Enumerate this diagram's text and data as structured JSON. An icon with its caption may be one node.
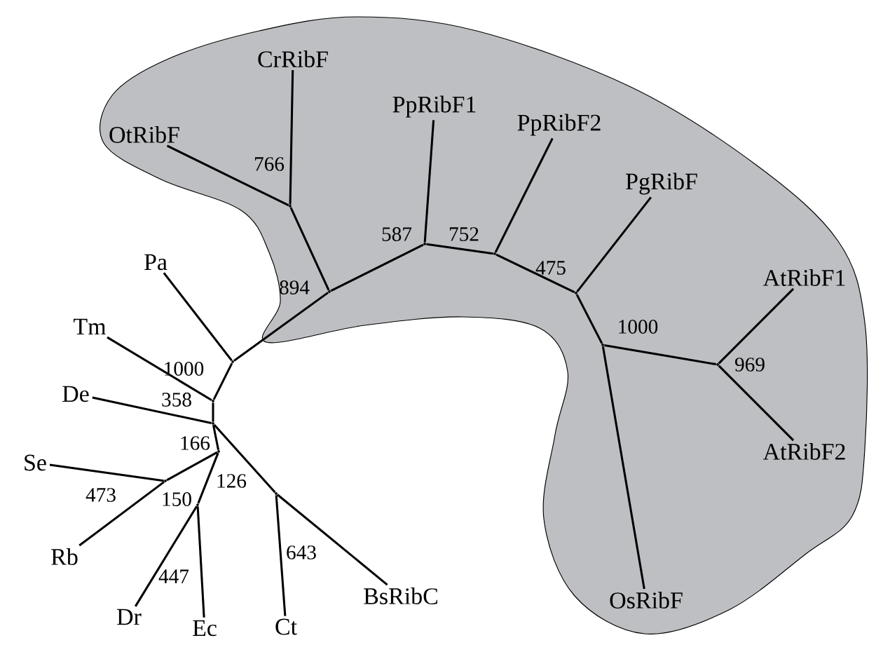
{
  "diagram": {
    "nodes": [
      {
        "text": [
          "CrRibF"
        ]
      },
      {
        "text": [
          "OtRibF"
        ]
      },
      {
        "text": [
          "PpRibF1"
        ]
      },
      {
        "text": [
          "PpRibF2"
        ]
      },
      {
        "text": [
          "PgRibF"
        ]
      },
      {
        "text": [
          "Pa"
        ]
      },
      {
        "text": [
          "Tm"
        ]
      },
      {
        "text": [
          "AtRibF1"
        ]
      },
      {
        "text": [
          "De"
        ]
      },
      {
        "text": [
          "Se"
        ]
      },
      {
        "text": [
          "AtRibF2"
        ]
      },
      {
        "text": [
          "Rb"
        ]
      },
      {
        "text": [
          "BsRibC"
        ]
      },
      {
        "text": [
          "Dr"
        ]
      },
      {
        "text": [
          "Ct"
        ]
      },
      {
        "text": [
          "OsRibF"
        ]
      },
      {
        "text": [
          "Ec"
        ]
      },
      {
        "text": [],
        "shape": "point"
      },
      {
        "text": [],
        "shape": "point"
      },
      {
        "text": [],
        "shape": "point"
      },
      {
        "text": [],
        "shape": "point"
      },
      {
        "text": [],
        "shape": "point"
      },
      {
        "text": [],
        "shape": "point"
      },
      {
        "text": [],
        "shape": "point"
      },
      {
        "text": [],
        "shape": "point"
      },
      {
        "text": [],
        "shape": "point"
      },
      {
        "text": [],
        "shape": "point"
      },
      {
        "text": [],
        "shape": "point"
      },
      {
        "text": [],
        "shape": "point"
      },
      {
        "text": [],
        "shape": "point"
      },
      {
        "text": [],
        "shape": "point"
      }
    ],
    "edges": [
      {
        "from": 17,
        "to": 5,
        "arrow": "none"
      },
      {
        "from": 17,
        "to": 18,
        "arrow": "none"
      },
      {
        "from": 18,
        "to": 6,
        "arrow": "none"
      },
      {
        "from": 18,
        "to": 19,
        "arrow": "none"
      },
      {
        "from": 19,
        "to": 8,
        "arrow": "none"
      },
      {
        "from": 19,
        "to": 20,
        "arrow": "none"
      },
      {
        "from": 20,
        "to": 21,
        "arrow": "none"
      },
      {
        "from": 21,
        "to": 9,
        "arrow": "none"
      },
      {
        "from": 21,
        "to": 11,
        "arrow": "none"
      },
      {
        "from": 20,
        "to": 22,
        "arrow": "none"
      },
      {
        "from": 22,
        "to": 13,
        "arrow": "none"
      },
      {
        "from": 22,
        "to": 16,
        "arrow": "none"
      },
      {
        "from": 19,
        "to": 23,
        "arrow": "none"
      },
      {
        "from": 23,
        "to": 14,
        "arrow": "none"
      },
      {
        "from": 23,
        "to": 12,
        "arrow": "none"
      },
      {
        "from": 17,
        "to": 24,
        "arrow": "none"
      },
      {
        "from": 24,
        "to": 25,
        "arrow": "none"
      },
      {
        "from": 25,
        "to": 1,
        "arrow": "none"
      },
      {
        "from": 25,
        "to": 0,
        "arrow": "none"
      },
      {
        "from": 24,
        "to": 26,
        "arrow": "none"
      },
      {
        "from": 26,
        "to": 2,
        "arrow": "none"
      },
      {
        "from": 26,
        "to": 27,
        "arrow": "none"
      },
      {
        "from": 27,
        "to": 3,
        "arrow": "none"
      },
      {
        "from": 27,
        "to": 28,
        "arrow": "none"
      },
      {
        "from": 28,
        "to": 4,
        "arrow": "none"
      },
      {
        "from": 28,
        "to": 29,
        "arrow": "none"
      },
      {
        "from": 29,
        "to": 15,
        "arrow": "none"
      },
      {
        "from": 29,
        "to": 30,
        "arrow": "none"
      },
      {
        "from": 30,
        "to": 7,
        "arrow": "none"
      },
      {
        "from": 30,
        "to": 10,
        "arrow": "none"
      }
    ],
    "labels": [
      "766",
      "587",
      "752",
      "894",
      "475",
      "1000",
      "969",
      "1000",
      "358",
      "166",
      "473",
      "150",
      "126",
      "643",
      "447"
    ]
  }
}
